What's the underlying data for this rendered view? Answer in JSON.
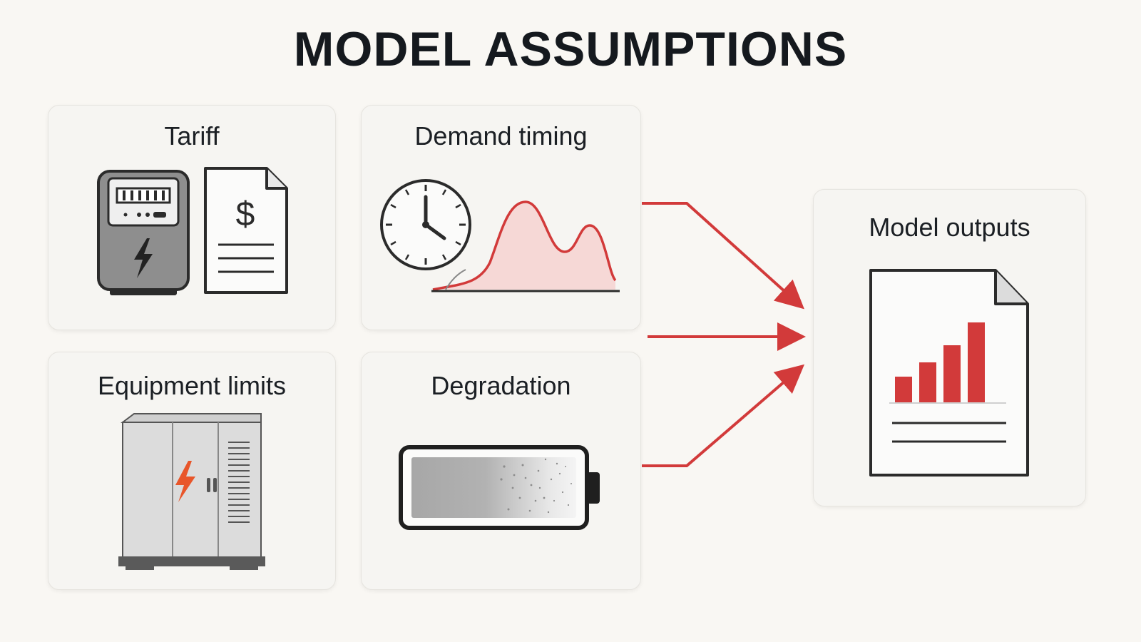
{
  "title": "MODEL ASSUMPTIONS",
  "cards": {
    "tariff": {
      "label": "Tariff",
      "icons": [
        "electric-meter-icon",
        "bill-dollar-icon"
      ]
    },
    "demand_timing": {
      "label": "Demand timing",
      "icons": [
        "clock-icon",
        "demand-curve-icon"
      ]
    },
    "equipment_limits": {
      "label": "Equipment limits",
      "icons": [
        "battery-cabinet-icon"
      ]
    },
    "degradation": {
      "label": "Degradation",
      "icons": [
        "degrading-battery-icon"
      ]
    },
    "model_outputs": {
      "label": "Model outputs",
      "icons": [
        "report-bar-chart-icon"
      ]
    }
  },
  "colors": {
    "accent_red": "#d23a3a",
    "bolt_orange": "#e8562a",
    "outline": "#2b2b2b",
    "background": "#f9f7f3",
    "card": "#f6f5f2"
  }
}
